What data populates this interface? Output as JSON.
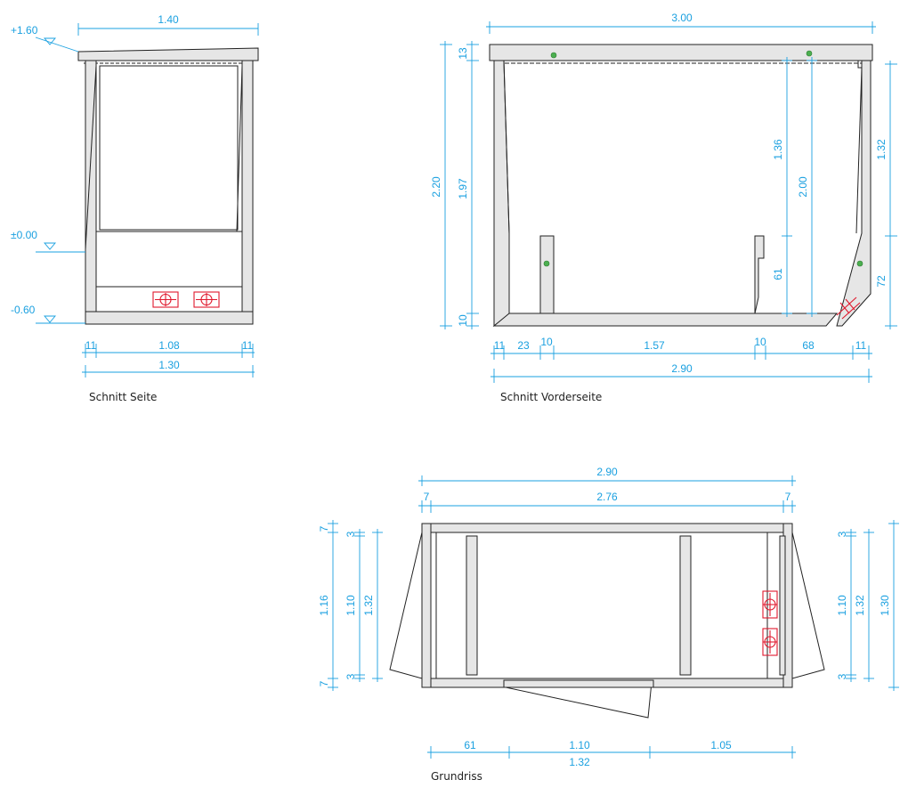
{
  "colors": {
    "dimension": "#1aa0e0",
    "outline": "#222222",
    "concrete": "#e6e6e6",
    "equipment": "#e0182d",
    "marker": "#4caf50"
  },
  "side": {
    "caption": "Schnitt Seite",
    "level_top": "+1.60",
    "level_zero": "±0.00",
    "level_bottom": "-0.60",
    "top_width": "1.40",
    "wall_left": "11",
    "inner_width": "1.08",
    "wall_right": "11",
    "total_width": "1.30"
  },
  "front": {
    "caption": "Schnitt Vorderseite",
    "top_width": "3.00",
    "h_total": "2.20",
    "h_roof": "13",
    "h_wall": "1.97",
    "h_floor": "10",
    "h_upper": "1.36",
    "h_lower": "61",
    "h_inner": "2.00",
    "h_right_upper": "1.32",
    "h_right_lower": "72",
    "b_wall_left": "11",
    "b_gap": "23",
    "b_post_left": "10",
    "b_middle": "1.57",
    "b_post_right": "10",
    "b_right": "68",
    "b_wall_right": "11",
    "b_total": "2.90"
  },
  "plan": {
    "caption": "Grundriss",
    "top_total": "2.90",
    "wall_left": "7",
    "inner": "2.76",
    "wall_right": "7",
    "l_wall_top": "7",
    "l_inner": "1.16",
    "l_wall_bottom": "7",
    "l2_top": "3",
    "l2_inner": "1.10",
    "l2_bottom": "3",
    "l3_inner": "1.32",
    "r_top": "3",
    "r_inner": "1.10",
    "r_bottom": "3",
    "r2_inner": "1.32",
    "r3_total": "1.30",
    "b_left": "61",
    "b_door": "1.10",
    "b_right": "1.05",
    "b_total": "1.32"
  }
}
